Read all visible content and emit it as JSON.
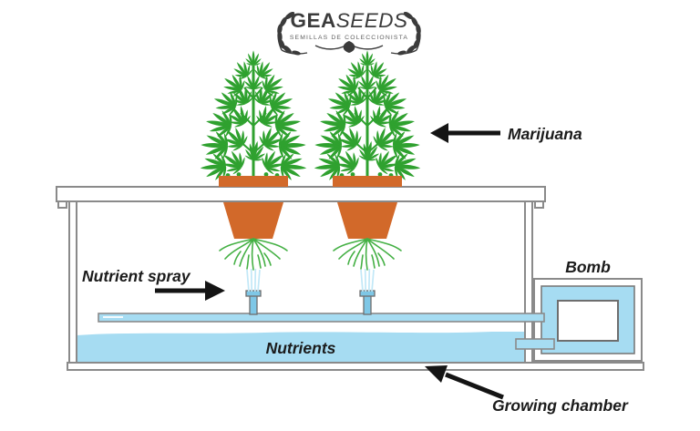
{
  "logo": {
    "brand_bold": "GEA",
    "brand_italic": "SEEDS",
    "tagline": "SEMILLAS DE COLECCIONISTA"
  },
  "labels": {
    "marijuana": "Marijuana",
    "nutrient_spray": "Nutrient spray",
    "bomb": "Bomb",
    "nutrients": "Nutrients",
    "growing_chamber": "Growing chamber"
  },
  "colors": {
    "water": "#A6DCF2",
    "nozzle": "#7EC7E6",
    "spray": "#C2E8F7",
    "pot": "#D2692A",
    "plant": "#2FA12F",
    "roots": "#44B044",
    "outline": "#8A8A8A",
    "label": "#1B1B1B",
    "arrow": "#141414",
    "logo": "#3B3B3B"
  }
}
